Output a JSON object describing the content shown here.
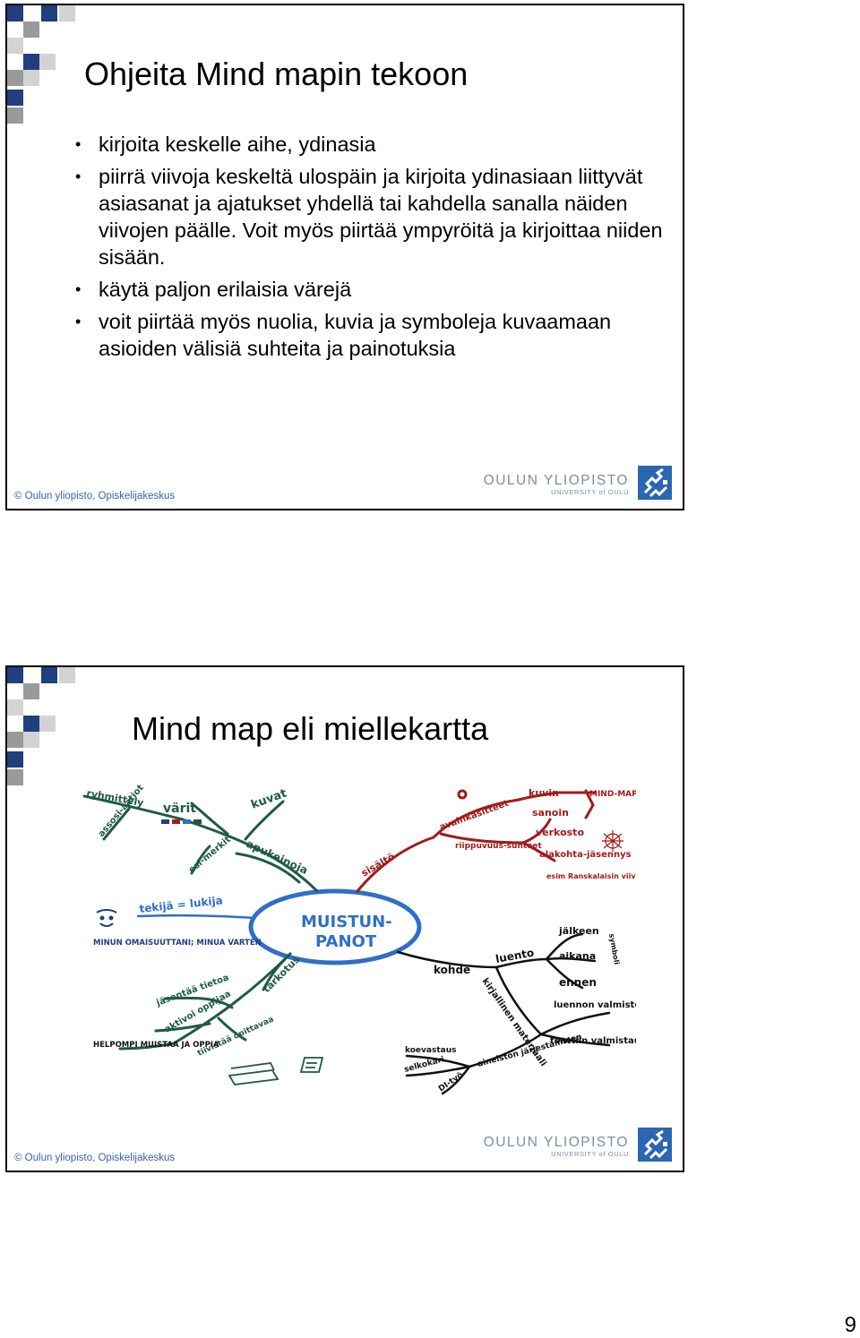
{
  "slide1": {
    "title": "Ohjeita Mind mapin tekoon",
    "bullets": [
      "kirjoita keskelle aihe, ydinasia",
      "piirrä viivoja keskeltä ulospäin ja kirjoita ydinasiaan liittyvät asiasanat ja ajatukset yhdellä tai kahdella sanalla näiden viivojen päälle. Voit myös piirtää ympyröitä ja kirjoittaa niiden sisään.",
      "käytä paljon erilaisia värejä",
      "voit piirtää myös nuolia, kuvia ja symboleja kuvaamaan asioiden välisiä suhteita ja painotuksia"
    ],
    "footer": "© Oulun yliopisto, Opiskelijakeskus"
  },
  "slide2": {
    "title": "Mind map eli miellekartta",
    "footer": "© Oulun yliopisto, Opiskelijakeskus",
    "mindmap": {
      "center": [
        "MUISTUN-",
        "PANOT"
      ],
      "labels": {
        "rythmittely": "ryhmittely",
        "assosiaatiot": "assosi-aatiot",
        "varit": "värit",
        "kuvat": "kuvat",
        "esimerkit": "esi-merkit",
        "apukeinoja": "apukeinoja",
        "avainkasitteet": "avainkäsitteet",
        "kuvin": "kuvin",
        "sanoin": "sanoin",
        "mindmap": "MIND-MAP",
        "verkosto": "verkosto",
        "riippuvuussuhteet": "riippuvuus-suhteet",
        "alakohta": "alakohta-jäsennys",
        "esim": "esim Ranskalaisin viivoin",
        "sisalto": "sisältö",
        "tekija": "tekijä = lukija",
        "minun": "MINUN OMAISUUTTANI; MINUA VARTEN",
        "kohde": "kohde",
        "luento": "luento",
        "jalkeen": "jälkeen",
        "aikana": "aikana",
        "ennen": "ennen",
        "kirjallinen": "kirjallinen materiaali",
        "luennon": "luennon valmistelu",
        "tenttiin": "tenttiin valmistautu-minen",
        "jasentaa": "jäsentää tietoa",
        "aktivoi": "aktivoi oppijaa",
        "tiivistaa": "tiivistää opittavaa",
        "tarkotus": "tarkotus",
        "helpompi": "HELPOMPI MUISTAA JA OPPIA",
        "koevastaus": "koevastaus",
        "selkokari": "selkokari",
        "ditya": "DI-työ",
        "aineiston": "aineiston järjestäminen",
        "symboli": "symboli"
      }
    }
  },
  "logo": {
    "main": "OULUN YLIOPISTO",
    "sub": "UNIVERSITY of OULU"
  },
  "page_number": "9",
  "colors": {
    "navy": "#1f3f7e",
    "gray": "#9a9a9a",
    "light_gray": "#d3d3d3",
    "ink_green": "#1f5a44",
    "ink_red": "#a31a1a",
    "ink_blue": "#2f6fc8",
    "ink_black": "#111111",
    "footer_blue": "#3a63a8",
    "logo_gray": "#7d8da8",
    "logo_blue": "#2b66b0"
  }
}
